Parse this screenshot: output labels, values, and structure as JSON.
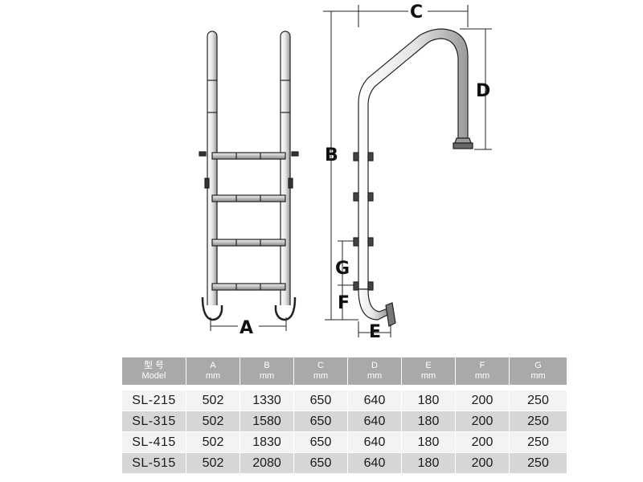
{
  "dimension_labels": {
    "A": "A",
    "B": "B",
    "C": "C",
    "D": "D",
    "E": "E",
    "F": "F",
    "G": "G"
  },
  "table": {
    "header": {
      "model_top": "型  号",
      "model_bottom": "Model",
      "columns": [
        {
          "name": "A",
          "unit": "mm"
        },
        {
          "name": "B",
          "unit": "mm"
        },
        {
          "name": "C",
          "unit": "mm"
        },
        {
          "name": "D",
          "unit": "mm"
        },
        {
          "name": "E",
          "unit": "mm"
        },
        {
          "name": "F",
          "unit": "mm"
        },
        {
          "name": "G",
          "unit": "mm"
        }
      ]
    },
    "rows": [
      [
        "SL-215",
        "502",
        "1330",
        "650",
        "640",
        "180",
        "200",
        "250"
      ],
      [
        "SL-315",
        "502",
        "1580",
        "650",
        "640",
        "180",
        "200",
        "250"
      ],
      [
        "SL-415",
        "502",
        "1830",
        "650",
        "640",
        "180",
        "200",
        "250"
      ],
      [
        "SL-515",
        "502",
        "2080",
        "650",
        "640",
        "180",
        "200",
        "250"
      ]
    ]
  }
}
